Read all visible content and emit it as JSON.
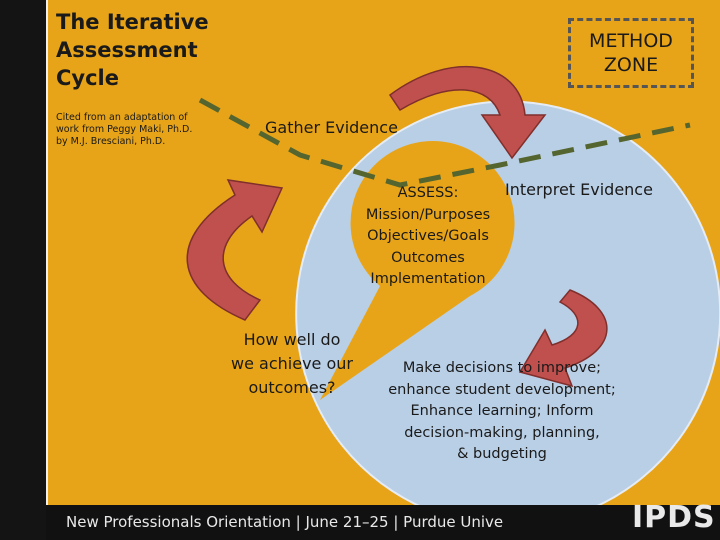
{
  "title": "The Iterative Assessment Cycle",
  "citation": "Cited from an adaptation of work from Peggy Maki, Ph.D. by M.J. Bresciani, Ph.D.",
  "method_zone": "METHOD ZONE",
  "labels": {
    "gather": "Gather Evidence",
    "interpret": "Interpret Evidence",
    "assess": [
      "ASSESS:",
      "Mission/Purposes",
      "Objectives/Goals",
      "Outcomes",
      "Implementation"
    ],
    "how": [
      "How well do",
      "we achieve our",
      "outcomes?"
    ],
    "decisions": [
      "Make decisions to improve;",
      "enhance student development;",
      "Enhance learning; Inform",
      "decision-making, planning,",
      "& budgeting"
    ]
  },
  "footer": {
    "banner": "New Professionals Orientation | June 21–25 | Purdue Unive",
    "brand": "IPDS"
  },
  "colors": {
    "background": "#e8a418",
    "circle": "#b9cfe6",
    "arrow": "#c0504d",
    "dashed_line": "#55652f",
    "banner": "#111111"
  }
}
